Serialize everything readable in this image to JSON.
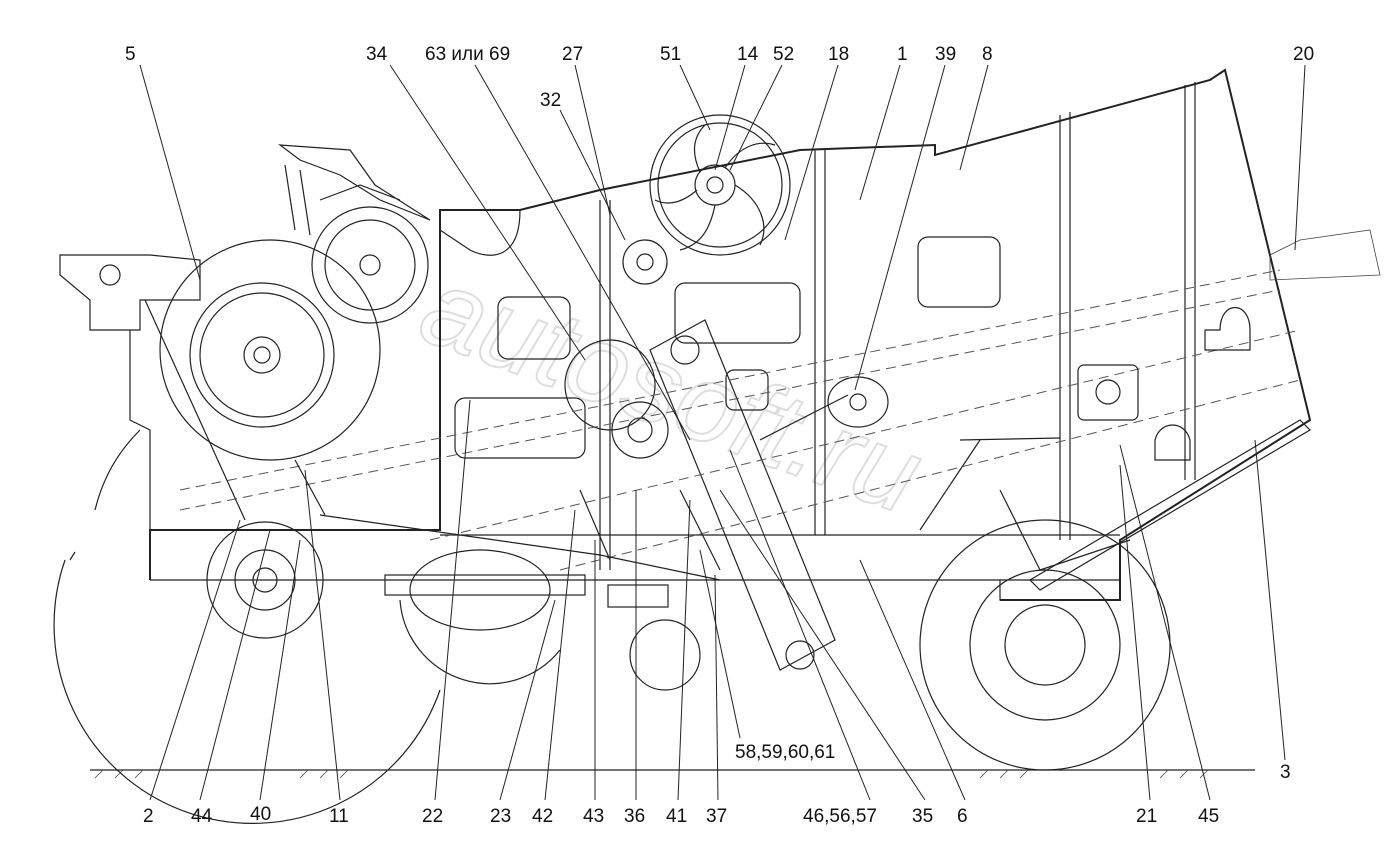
{
  "watermark": "autosoft.ru",
  "labels_top": [
    "5",
    "34",
    "63 или 69",
    "27",
    "51",
    "14",
    "52",
    "18",
    "1",
    "39",
    "8",
    "20",
    "32"
  ],
  "labels_bottom": [
    "2",
    "44",
    "40",
    "11",
    "22",
    "23",
    "42",
    "43",
    "36",
    "41",
    "37",
    "46,56,57",
    "35",
    "6",
    "21",
    "45"
  ],
  "labels_side": [
    "58,59,60,61",
    "3"
  ]
}
